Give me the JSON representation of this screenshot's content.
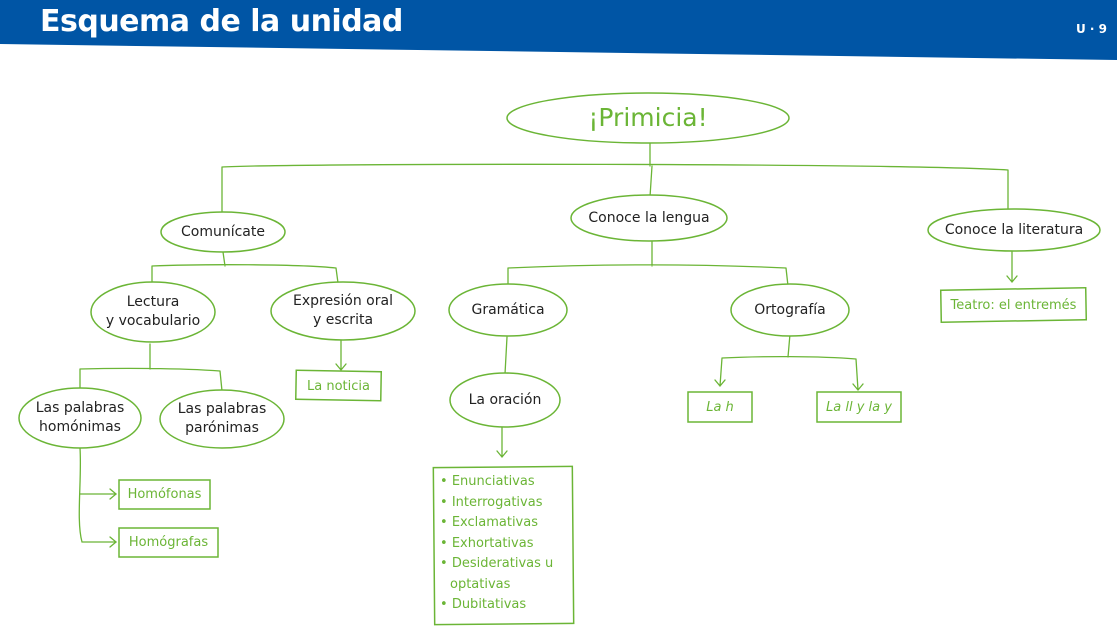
{
  "header": {
    "title": "Esquema de la unidad",
    "unit": "U · 9",
    "color": "#0055a5"
  },
  "colors": {
    "line": "#6bb536",
    "title_green": "#6bb536",
    "text": "#222222"
  },
  "root": {
    "label": "¡Primicia!"
  },
  "branches": {
    "comunicate": {
      "label": "Comunícate",
      "lectura": {
        "line1": "Lectura",
        "line2": "y vocabulario"
      },
      "expresion": {
        "line1": "Expresión oral",
        "line2": "y escrita"
      },
      "homonimas": {
        "line1": "Las palabras",
        "line2": "homónimas"
      },
      "paronimas": {
        "line1": "Las palabras",
        "line2": "parónimas"
      },
      "homofonas": "Homófonas",
      "homografas": "Homógrafas",
      "noticia": "La noticia"
    },
    "lengua": {
      "label": "Conoce la lengua",
      "gramatica": "Gramática",
      "ortografia": "Ortografía",
      "oracion": "La oración",
      "oracion_types": [
        "Enunciativas",
        "Interrogativas",
        "Exclamativas",
        "Exhortativas",
        "Desiderativas u optativas",
        "Dubitativas"
      ],
      "la_h": "La h",
      "la_ll_y": "La ll y la y"
    },
    "literatura": {
      "label": "Conoce la literatura",
      "teatro": "Teatro: el entremés"
    }
  }
}
